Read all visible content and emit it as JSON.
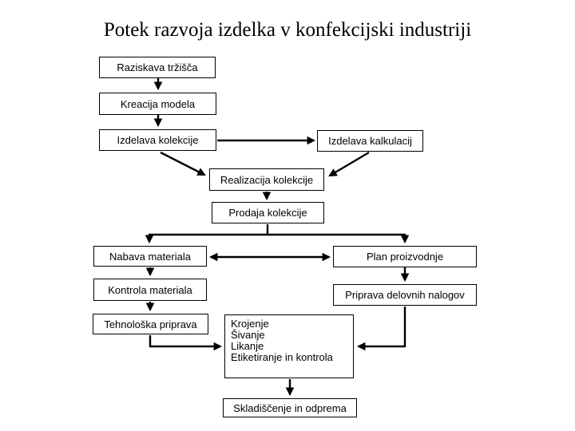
{
  "title": "Potek razvoja izdelka v konfekcijski industriji",
  "colors": {
    "background": "#ffffff",
    "box_fill": "#ffffff",
    "box_border": "#000000",
    "text": "#000000",
    "connector": "#000000"
  },
  "diagram": {
    "type": "flowchart",
    "nodes": {
      "raziskava": {
        "label": "Raziskava tržišča"
      },
      "kreacija": {
        "label": "Kreacija modela"
      },
      "izdelava_kolekcije": {
        "label": "Izdelava kolekcije"
      },
      "izdelava_kalkulacij": {
        "label": "Izdelava kalkulacij"
      },
      "realizacija": {
        "label": "Realizacija kolekcije"
      },
      "prodaja": {
        "label": "Prodaja kolekcije"
      },
      "nabava": {
        "label": "Nabava materiala"
      },
      "plan": {
        "label": "Plan proizvodnje"
      },
      "kontrola": {
        "label": "Kontrola materiala"
      },
      "priprava": {
        "label": "Priprava delovnih nalogov"
      },
      "tehnoloska": {
        "label": "Tehnološka priprava"
      },
      "proizvodnja": {
        "lines": [
          "Krojenje",
          "Šivanje",
          "Likanje",
          "Etiketiranje in kontrola"
        ]
      },
      "skladiscenje": {
        "label": "Skladiščenje in odprema"
      }
    },
    "edges": [
      {
        "from": "raziskava",
        "to": "kreacija",
        "type": "arrow"
      },
      {
        "from": "kreacija",
        "to": "izdelava_kolekcije",
        "type": "arrow"
      },
      {
        "from": "izdelava_kolekcije",
        "to": "izdelava_kalkulacij",
        "type": "arrow"
      },
      {
        "from": "izdelava_kolekcije",
        "to": "realizacija",
        "type": "arrow"
      },
      {
        "from": "izdelava_kalkulacij",
        "to": "realizacija",
        "type": "arrow"
      },
      {
        "from": "realizacija",
        "to": "prodaja",
        "type": "arrow"
      },
      {
        "from": "prodaja",
        "to": "nabava",
        "type": "arrow"
      },
      {
        "from": "prodaja",
        "to": "plan",
        "type": "arrow"
      },
      {
        "from": "nabava",
        "to": "plan",
        "type": "double-arrow"
      },
      {
        "from": "nabava",
        "to": "kontrola",
        "type": "arrow"
      },
      {
        "from": "plan",
        "to": "priprava",
        "type": "arrow"
      },
      {
        "from": "kontrola",
        "to": "tehnoloska",
        "type": "arrow"
      },
      {
        "from": "tehnoloska",
        "to": "proizvodnja",
        "type": "arrow"
      },
      {
        "from": "priprava",
        "to": "proizvodnja",
        "type": "arrow"
      },
      {
        "from": "proizvodnja",
        "to": "skladiscenje",
        "type": "arrow"
      }
    ]
  }
}
